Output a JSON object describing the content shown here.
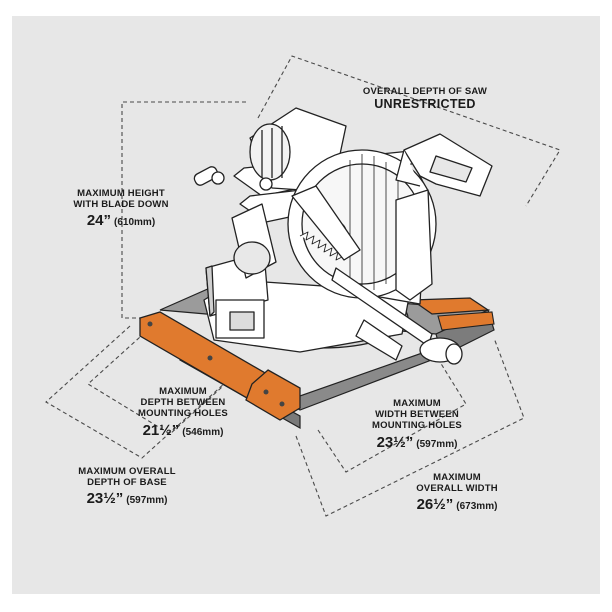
{
  "colors": {
    "panel": "#e7e7e7",
    "dash": "#4a4a4a",
    "outline": "#222222",
    "base_orange": "#e07a2e",
    "rail_gray": "#8a8a8a",
    "saw_fill": "#ffffff"
  },
  "dimensions": {
    "overall_depth_saw": {
      "label_line1": "OVERALL DEPTH OF SAW",
      "label_line2": "UNRESTRICTED"
    },
    "max_height": {
      "label_line1": "MAXIMUM HEIGHT",
      "label_line2": "WITH BLADE DOWN",
      "imperial": "24”",
      "metric": "(610mm)"
    },
    "depth_between_holes": {
      "label_line1": "MAXIMUM",
      "label_line2": "DEPTH BETWEEN",
      "label_line3": "MOUNTING HOLES",
      "imperial": "21½”",
      "metric": "(546mm)"
    },
    "width_between_holes": {
      "label_line1": "MAXIMUM",
      "label_line2": "WIDTH BETWEEN",
      "label_line3": "MOUNTING HOLES",
      "imperial": "23½”",
      "metric": "(597mm)"
    },
    "depth_of_base": {
      "label_line1": "MAXIMUM OVERALL",
      "label_line2": "DEPTH OF BASE",
      "imperial": "23½”",
      "metric": "(597mm)"
    },
    "overall_width": {
      "label_line1": "MAXIMUM",
      "label_line2": "OVERALL WIDTH",
      "imperial": "26½”",
      "metric": "(673mm)"
    }
  }
}
